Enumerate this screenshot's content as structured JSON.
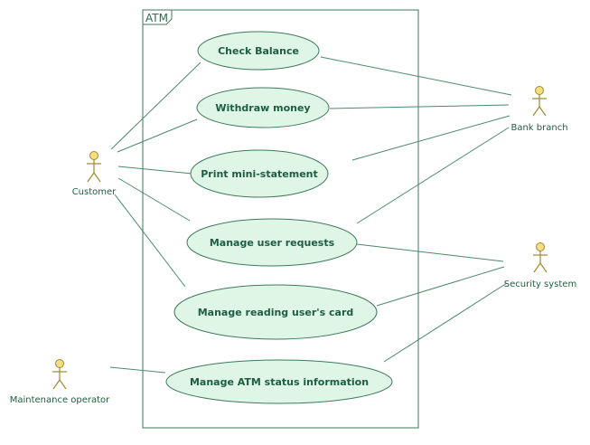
{
  "system": {
    "name": "ATM"
  },
  "use_cases": [
    {
      "id": "uc1",
      "label": "Check Balance"
    },
    {
      "id": "uc2",
      "label": "Withdraw money"
    },
    {
      "id": "uc3",
      "label": "Print mini-statement"
    },
    {
      "id": "uc4",
      "label": "Manage user requests"
    },
    {
      "id": "uc5",
      "label": "Manage reading user's card"
    },
    {
      "id": "uc6",
      "label": "Manage ATM status information"
    }
  ],
  "actors": [
    {
      "id": "customer",
      "label": "Customer"
    },
    {
      "id": "maintenance",
      "label": "Maintenance operator"
    },
    {
      "id": "bank",
      "label": "Bank branch"
    },
    {
      "id": "security",
      "label": "Security system"
    }
  ],
  "associations": [
    [
      "customer",
      "uc1"
    ],
    [
      "customer",
      "uc2"
    ],
    [
      "customer",
      "uc3"
    ],
    [
      "customer",
      "uc4"
    ],
    [
      "customer",
      "uc5"
    ],
    [
      "maintenance",
      "uc6"
    ],
    [
      "bank",
      "uc1"
    ],
    [
      "bank",
      "uc2"
    ],
    [
      "bank",
      "uc3"
    ],
    [
      "bank",
      "uc4"
    ],
    [
      "security",
      "uc4"
    ],
    [
      "security",
      "uc5"
    ],
    [
      "security",
      "uc6"
    ]
  ],
  "colors": {
    "use_case_fill": "#dff5e6",
    "use_case_stroke": "#3d7a5c",
    "text": "#1d5e3f",
    "actor_fill": "#f4dd83",
    "line": "#4a8a6c"
  }
}
